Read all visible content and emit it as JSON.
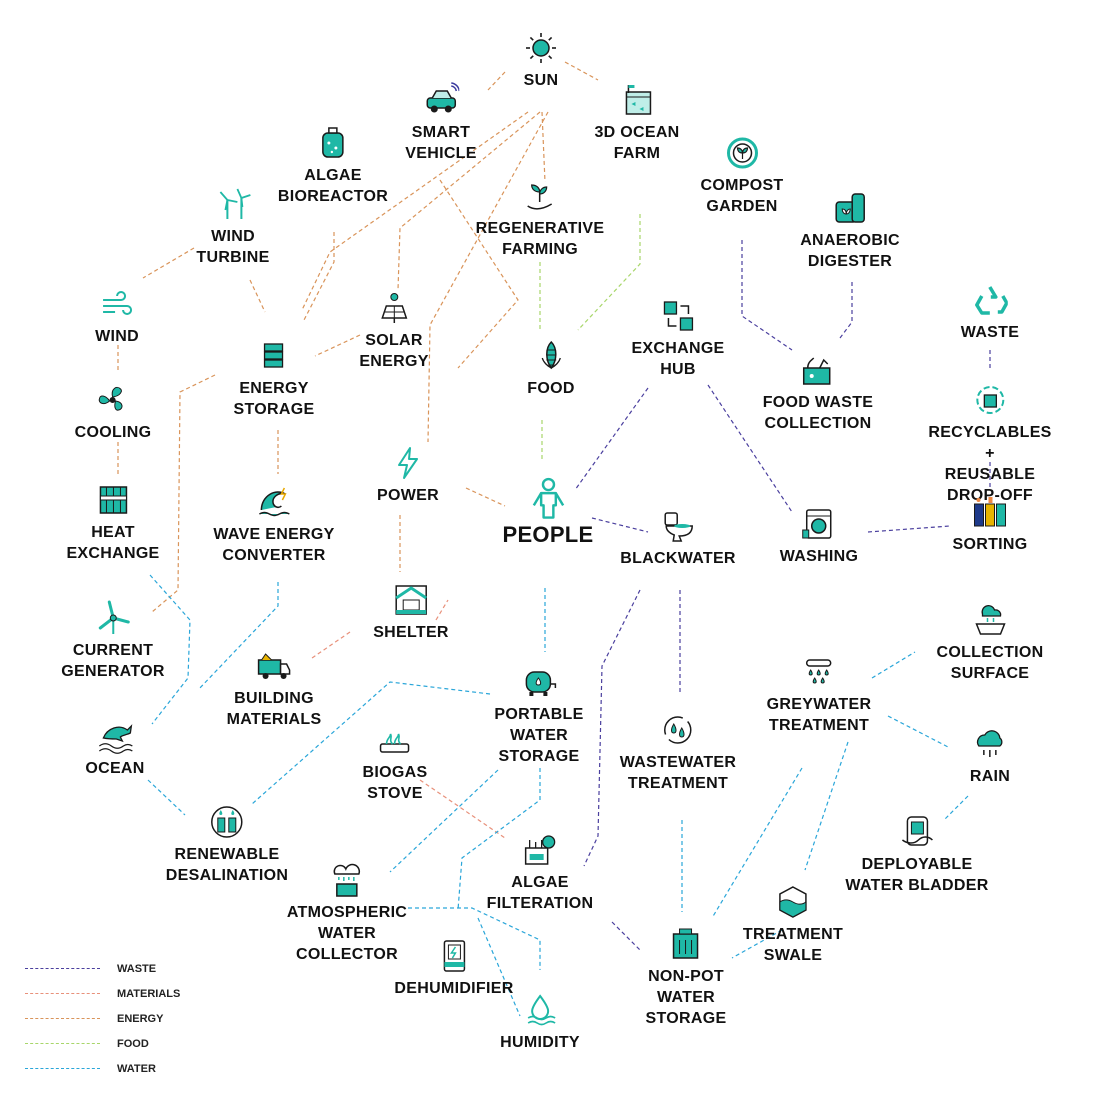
{
  "colors": {
    "accent": "#1fb8a6",
    "dark": "#1a1a1a",
    "waste": "#4a3f9e",
    "materials": "#e8907a",
    "energy": "#d9945a",
    "food": "#a8d66a",
    "water": "#2aa6d9"
  },
  "legend": [
    {
      "label": "WASTE",
      "color": "#4a3f9e"
    },
    {
      "label": "MATERIALS",
      "color": "#e8907a"
    },
    {
      "label": "ENERGY",
      "color": "#d9945a"
    },
    {
      "label": "FOOD",
      "color": "#a8d66a"
    },
    {
      "label": "WATER",
      "color": "#2aa6d9"
    }
  ],
  "nodes": [
    {
      "id": "sun",
      "label": "SUN",
      "icon": "sun-icon"
    },
    {
      "id": "smart_vehicle",
      "label": "SMART\nVEHICLE",
      "icon": "car-icon"
    },
    {
      "id": "ocean_farm",
      "label": "3D OCEAN\nFARM",
      "icon": "ocean-farm-icon"
    },
    {
      "id": "algae_bioreactor",
      "label": "ALGAE\nBIOREACTOR",
      "icon": "bioreactor-icon"
    },
    {
      "id": "compost_garden",
      "label": "COMPOST\nGARDEN",
      "icon": "compost-icon"
    },
    {
      "id": "regen_farming",
      "label": "REGENERATIVE\nFARMING",
      "icon": "sprout-icon"
    },
    {
      "id": "anaerobic",
      "label": "ANAEROBIC\nDIGESTER",
      "icon": "digester-icon"
    },
    {
      "id": "wind_turbine",
      "label": "WIND\nTURBINE",
      "icon": "wind-turbine-icon"
    },
    {
      "id": "wind",
      "label": "WIND",
      "icon": "wind-icon"
    },
    {
      "id": "waste",
      "label": "WASTE",
      "icon": "recycle-icon"
    },
    {
      "id": "solar",
      "label": "SOLAR\nENERGY",
      "icon": "solar-panel-icon"
    },
    {
      "id": "energy_storage",
      "label": "ENERGY\nSTORAGE",
      "icon": "battery-stack-icon"
    },
    {
      "id": "exchange_hub",
      "label": "EXCHANGE\nHUB",
      "icon": "exchange-icon"
    },
    {
      "id": "food",
      "label": "FOOD",
      "icon": "corn-icon"
    },
    {
      "id": "food_waste",
      "label": "FOOD WASTE\nCOLLECTION",
      "icon": "food-waste-icon"
    },
    {
      "id": "cooling",
      "label": "COOLING",
      "icon": "fan-icon"
    },
    {
      "id": "recyclables",
      "label": "RECYCLABLES +\nREUSABLE DROP-OFF",
      "icon": "drop-off-icon"
    },
    {
      "id": "power",
      "label": "POWER",
      "icon": "lightning-icon"
    },
    {
      "id": "heat_exchange",
      "label": "HEAT\nEXCHANGE",
      "icon": "heat-exchanger-icon"
    },
    {
      "id": "wave_energy",
      "label": "WAVE ENERGY\nCONVERTER",
      "icon": "wave-icon"
    },
    {
      "id": "people",
      "label": "PEOPLE",
      "icon": "person-icon"
    },
    {
      "id": "blackwater",
      "label": "BLACKWATER",
      "icon": "toilet-icon"
    },
    {
      "id": "washing",
      "label": "WASHING",
      "icon": "washing-machine-icon"
    },
    {
      "id": "sorting",
      "label": "SORTING",
      "icon": "bins-icon"
    },
    {
      "id": "current_generator",
      "label": "CURRENT\nGENERATOR",
      "icon": "tidal-turbine-icon"
    },
    {
      "id": "shelter",
      "label": "SHELTER",
      "icon": "house-icon"
    },
    {
      "id": "collection_surface",
      "label": "COLLECTION\nSURFACE",
      "icon": "collection-surface-icon"
    },
    {
      "id": "building_materials",
      "label": "BUILDING\nMATERIALS",
      "icon": "truck-icon"
    },
    {
      "id": "portable_water",
      "label": "PORTABLE\nWATER\nSTORAGE",
      "icon": "water-tank-icon"
    },
    {
      "id": "greywater",
      "label": "GREYWATER\nTREATMENT",
      "icon": "greywater-icon"
    },
    {
      "id": "ocean",
      "label": "OCEAN",
      "icon": "dolphin-icon"
    },
    {
      "id": "biogas",
      "label": "BIOGAS\nSTOVE",
      "icon": "stove-icon"
    },
    {
      "id": "wastewater",
      "label": "WASTEWATER\nTREATMENT",
      "icon": "wastewater-icon"
    },
    {
      "id": "rain",
      "label": "RAIN",
      "icon": "rain-cloud-icon"
    },
    {
      "id": "desalination",
      "label": "RENEWABLE\nDESALINATION",
      "icon": "desalination-icon"
    },
    {
      "id": "bladder",
      "label": "DEPLOYABLE\nWATER BLADDER",
      "icon": "bladder-icon"
    },
    {
      "id": "algae_filtration",
      "label": "ALGAE\nFILTERATION",
      "icon": "algae-filter-icon"
    },
    {
      "id": "atmospheric",
      "label": "ATMOSPHERIC\nWATER\nCOLLECTOR",
      "icon": "atmospheric-collector-icon"
    },
    {
      "id": "swale",
      "label": "TREATMENT\nSWALE",
      "icon": "swale-icon"
    },
    {
      "id": "dehumidifier",
      "label": "DEHUMIDIFIER",
      "icon": "dehumidifier-icon"
    },
    {
      "id": "nonpot",
      "label": "NON-POT\nWATER\nSTORAGE",
      "icon": "nonpot-tank-icon"
    },
    {
      "id": "humidity",
      "label": "HUMIDITY",
      "icon": "humidity-icon"
    }
  ]
}
